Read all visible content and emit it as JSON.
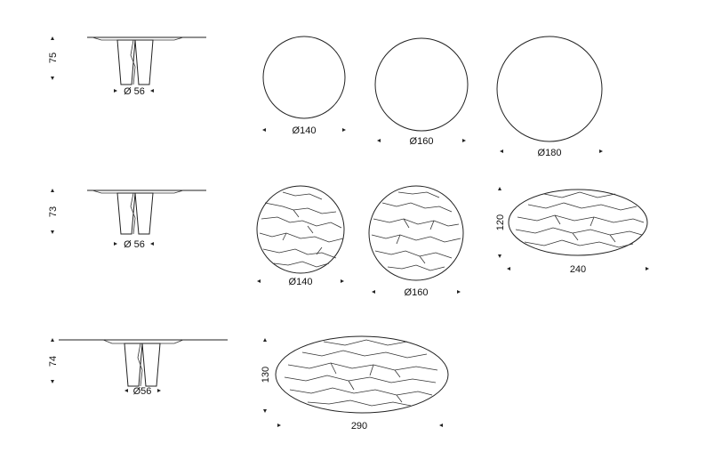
{
  "rows": [
    {
      "height_label": "75",
      "base_label": "Ø 56",
      "tops": [
        {
          "shape": "round",
          "finish": "plain",
          "label": "Ø140"
        },
        {
          "shape": "round",
          "finish": "plain",
          "label": "Ø160"
        },
        {
          "shape": "round",
          "finish": "plain",
          "label": "Ø180"
        }
      ]
    },
    {
      "height_label": "73",
      "base_label": "Ø 56",
      "tops": [
        {
          "shape": "round",
          "finish": "veined",
          "label": "Ø140"
        },
        {
          "shape": "round",
          "finish": "veined",
          "label": "Ø160"
        },
        {
          "shape": "oval",
          "finish": "veined",
          "label": "240",
          "depth_label": "120"
        }
      ]
    },
    {
      "height_label": "74",
      "base_label": "Ø56",
      "tops": [
        {
          "shape": "oval",
          "finish": "veined",
          "label": "290",
          "depth_label": "130"
        }
      ]
    }
  ],
  "colors": {
    "line": "#222222",
    "background": "#ffffff"
  }
}
